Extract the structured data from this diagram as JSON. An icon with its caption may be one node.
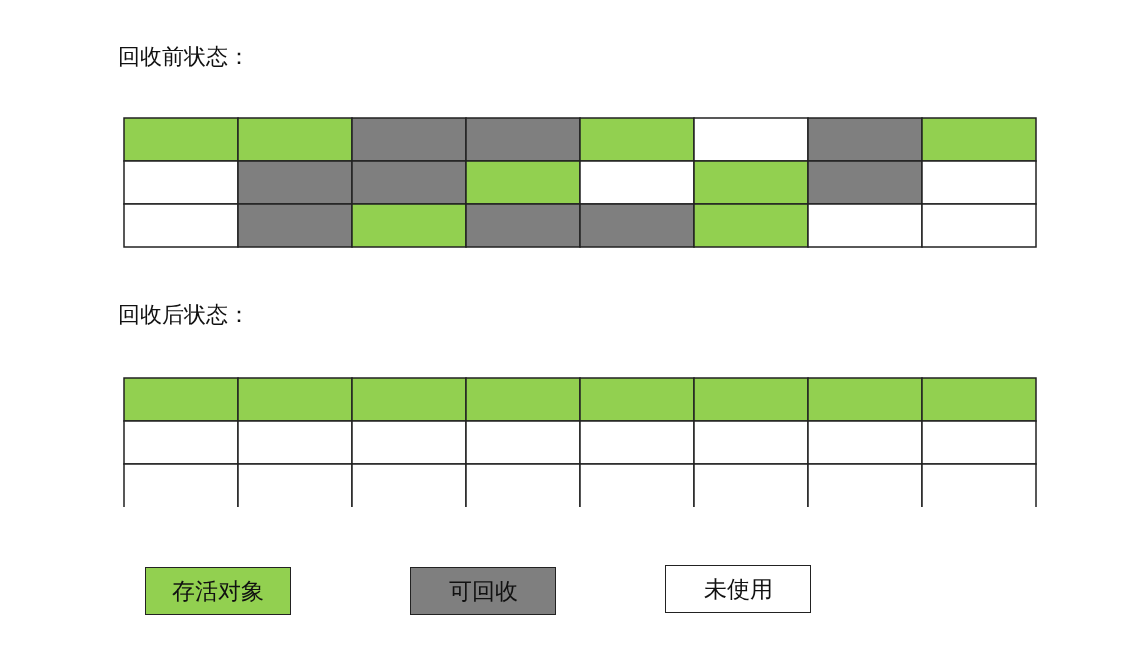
{
  "diagram": {
    "nodes": [
      {
        "text": [],
        "shape": "box"
      },
      {
        "text": [],
        "shape": "box"
      },
      {
        "text": [],
        "shape": "box"
      },
      {
        "text": [],
        "shape": "box"
      },
      {
        "text": [],
        "shape": "box"
      },
      {
        "text": [],
        "shape": "box"
      },
      {
        "text": [],
        "shape": "box"
      },
      {
        "text": [],
        "shape": "box"
      },
      {
        "text": [],
        "shape": "box"
      },
      {
        "text": [],
        "shape": "box"
      },
      {
        "text": [],
        "shape": "box"
      },
      {
        "text": [],
        "shape": "box"
      },
      {
        "text": [],
        "shape": "box"
      },
      {
        "text": [],
        "shape": "box"
      },
      {
        "text": [],
        "shape": "box"
      },
      {
        "text": [],
        "shape": "box"
      },
      {
        "text": [],
        "shape": "box"
      },
      {
        "text": [],
        "shape": "box"
      },
      {
        "text": [],
        "shape": "box"
      },
      {
        "text": [],
        "shape": "box"
      },
      {
        "text": [],
        "shape": "box"
      },
      {
        "text": [],
        "shape": "box"
      },
      {
        "text": [],
        "shape": "box"
      },
      {
        "text": [],
        "shape": "box"
      },
      {
        "text": [],
        "shape": "box"
      },
      {
        "text": [],
        "shape": "box"
      },
      {
        "text": [],
        "shape": "box"
      },
      {
        "text": [],
        "shape": "box"
      },
      {
        "text": [],
        "shape": "box"
      },
      {
        "text": [],
        "shape": "box"
      },
      {
        "text": [],
        "shape": "box"
      },
      {
        "text": [],
        "shape": "box"
      },
      {
        "text": [],
        "shape": "box"
      },
      {
        "text": [],
        "shape": "box"
      },
      {
        "text": [],
        "shape": "box"
      },
      {
        "text": [],
        "shape": "box"
      },
      {
        "text": [],
        "shape": "box"
      },
      {
        "text": [],
        "shape": "box"
      },
      {
        "text": [],
        "shape": "box"
      },
      {
        "text": [],
        "shape": "box"
      },
      {
        "text": [],
        "shape": "box"
      },
      {
        "text": [],
        "shape": "box"
      },
      {
        "text": [],
        "shape": "box"
      },
      {
        "text": [],
        "shape": "box"
      },
      {
        "text": [],
        "shape": "box"
      },
      {
        "text": [],
        "shape": "box"
      },
      {
        "text": [],
        "shape": "box"
      },
      {
        "text": [],
        "shape": "box"
      }
    ],
    "labels": [
      "回收前状态：",
      "回收后状态："
    ],
    "legend": [
      {
        "text": "存活对象",
        "color": "#92d050"
      },
      {
        "text": "可回收",
        "color": "#7f7f7f"
      },
      {
        "text": "未使用",
        "color": "#ffffff"
      }
    ]
  }
}
